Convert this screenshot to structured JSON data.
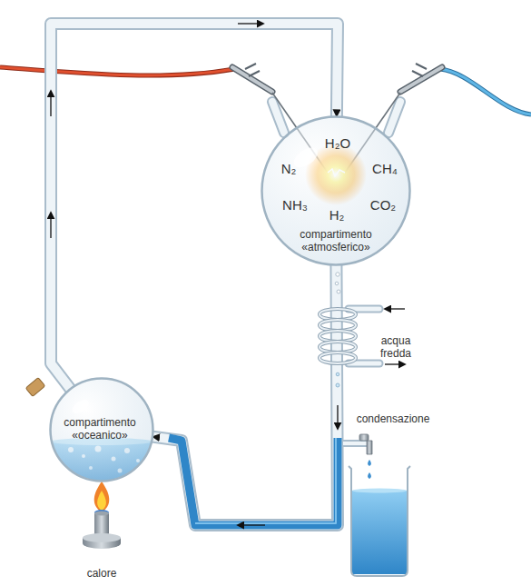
{
  "diagram": {
    "nodes": [
      {
        "text": [
          "H₂O",
          "N₂",
          "CH₄",
          "NH₃",
          "H₂",
          "CO₂",
          "compartimento «atmosferico»"
        ]
      },
      {
        "text": [
          "compartimento «oceanico»"
        ]
      }
    ],
    "edges": [
      {
        "from": 1,
        "to": 0,
        "arrow": "to"
      },
      {
        "from": 0,
        "to": 1,
        "arrow": "to"
      }
    ],
    "labels": [
      "acqua fredda",
      "condensazione",
      "calore"
    ]
  }
}
